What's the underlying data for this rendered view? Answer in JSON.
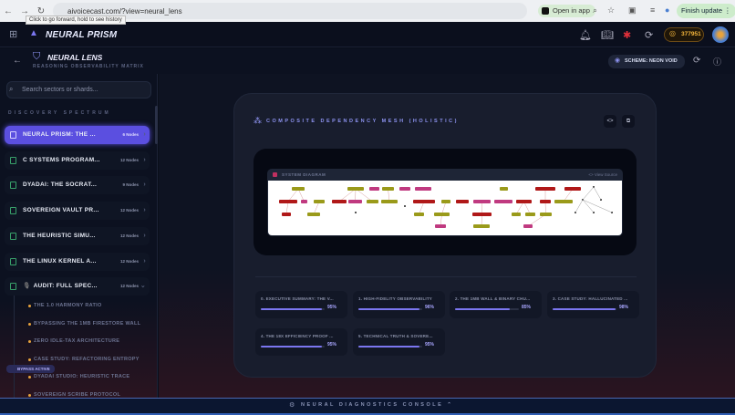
{
  "browser": {
    "url": "aivoicecast.com/?view=neural_lens",
    "open_in_app": "Open in app",
    "finish_update": "Finish update",
    "tooltip": "Click to go forward, hold to see history"
  },
  "app": {
    "name": "NEURAL PRISM",
    "coins": "377951"
  },
  "lens": {
    "title": "NEURAL LENS",
    "subtitle": "REASONING OBSERVABILITY MATRIX",
    "scheme": "SCHEME: NEON VOID"
  },
  "sidebar": {
    "search_placeholder": "Search sectors or shards...",
    "section": "DISCOVERY SPECTRUM",
    "items": [
      {
        "label": "NEURAL PRISM: THE ...",
        "count": "6 Nodes",
        "active": true
      },
      {
        "label": "C SYSTEMS PROGRAM...",
        "count": "12 Nodes"
      },
      {
        "label": "DYADAI: THE SOCRAT...",
        "count": "9 Nodes"
      },
      {
        "label": "SOVEREIGN VAULT PR...",
        "count": "12 Nodes"
      },
      {
        "label": "THE HEURISTIC SIMU...",
        "count": "12 Nodes"
      },
      {
        "label": "THE LINUX KERNEL A...",
        "count": "12 Nodes"
      },
      {
        "label": "AUDIT: FULL SPEC...",
        "count": "12 Nodes",
        "expanded": true
      }
    ],
    "subitems": [
      "THE 1.0 HARMONY RATIO",
      "BYPASSING THE 1MB FIRESTORE WALL",
      "ZERO IDLE-TAX ARCHITECTURE",
      "CASE STUDY: REFACTORING ENTROPY",
      "DYADAI STUDIO: HEURISTIC TRACE",
      "SOVEREIGN SCRIBE PROTOCOL"
    ],
    "bypass_badge": "BYPASS ACTIVE"
  },
  "main": {
    "mesh_title": "COMPOSITE DEPENDENCY MESH (HOLISTIC)",
    "diagram_title": "SYSTEM DIAGRAM",
    "view_source": "<> View Source",
    "diagram_colors": {
      "red": "#b01818",
      "olive": "#9a9a1a",
      "pink": "#c03a80",
      "edge": "#d8a0a0"
    },
    "shards": [
      {
        "title": "0. EXECUTIVE SUMMARY: THE V...",
        "percent": 95
      },
      {
        "title": "1. HIGH-FIDELITY OBSERVABILITY",
        "percent": 96
      },
      {
        "title": "2. THE 1MB WALL & BINARY CHU...",
        "percent": 85
      },
      {
        "title": "3. CASE STUDY: HALLUCINATED ...",
        "percent": 98
      },
      {
        "title": "4. THE 18X EFFICIENCY PROOF ...",
        "percent": 95
      },
      {
        "title": "5. TECHNICAL TRUTH & SOVERE...",
        "percent": 95
      }
    ]
  },
  "console": {
    "label": "NEURAL DIAGNOSTICS CONSOLE"
  }
}
